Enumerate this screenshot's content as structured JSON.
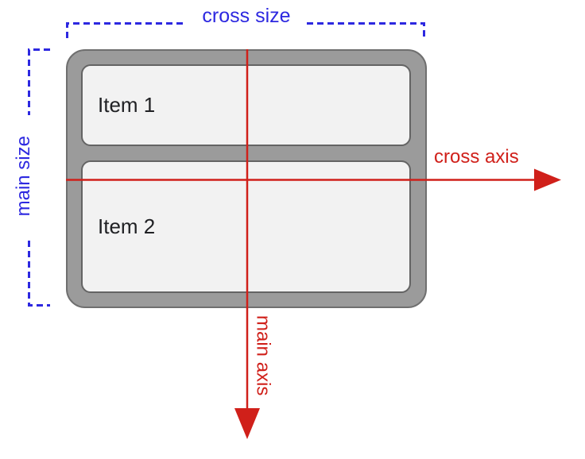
{
  "diagram": {
    "type": "flexbox-column-axes-diagram",
    "container": {
      "items": [
        {
          "label": "Item 1"
        },
        {
          "label": "Item 2"
        }
      ]
    },
    "labels": {
      "cross_size": "cross size",
      "main_size": "main size",
      "cross_axis": "cross axis",
      "main_axis": "main axis"
    },
    "colors": {
      "blue": "#2d28e0",
      "red": "#d0201a",
      "container_fill": "#9b9b9b",
      "container_border": "#6f6f6f",
      "item_fill": "#f2f2f2",
      "item_border": "#646464",
      "item_text": "#202124"
    }
  }
}
